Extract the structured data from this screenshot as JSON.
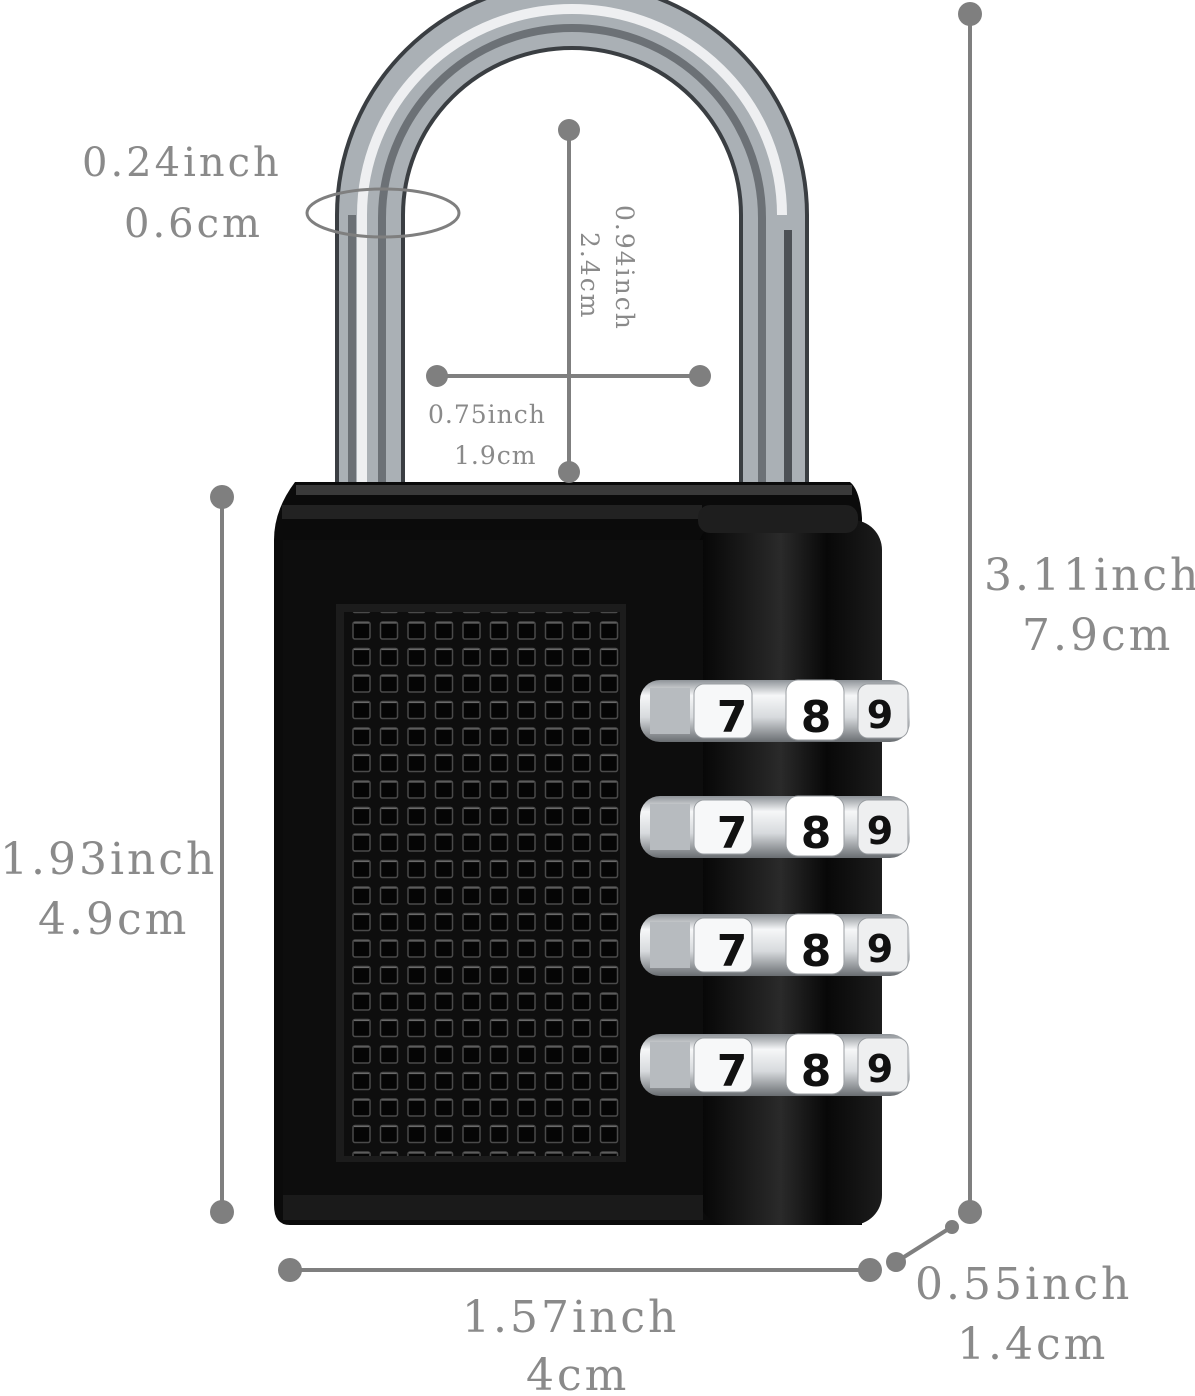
{
  "dimensions": {
    "shackle_diameter": {
      "inch": "0.24inch",
      "cm": "0.6cm"
    },
    "shackle_inner_height": {
      "inch": "0.94inch",
      "cm": "2.4cm"
    },
    "shackle_inner_width": {
      "inch": "0.75inch",
      "cm": "1.9cm"
    },
    "total_height": {
      "inch": "3.11inch",
      "cm": "7.9cm"
    },
    "body_height": {
      "inch": "1.93inch",
      "cm": "4.9cm"
    },
    "body_width": {
      "inch": "1.57inch",
      "cm": "4cm"
    },
    "body_depth": {
      "inch": "0.55inch",
      "cm": "1.4cm"
    }
  },
  "dial_digits": [
    "7",
    "8",
    "9"
  ],
  "dial_count": 4,
  "colors": {
    "dimension_line": "#7f7f7f",
    "label_text": "#8a8a8a",
    "lock_body": "#0b0b0b",
    "shackle": "#c9ccd0"
  }
}
